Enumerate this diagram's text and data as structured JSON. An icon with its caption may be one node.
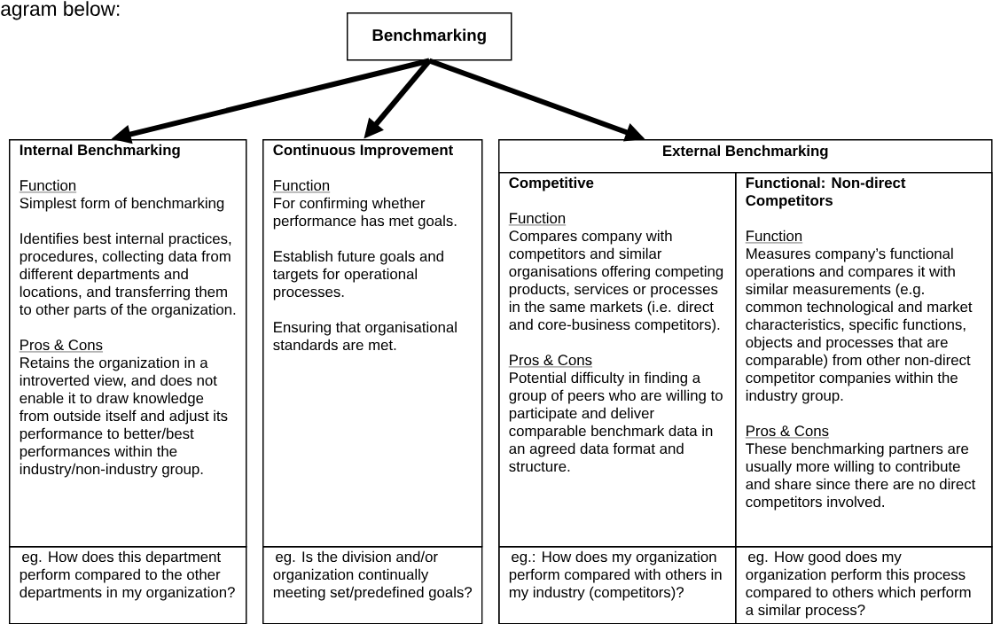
{
  "diagram": {
    "nodes": [
      {
        "text": [
          "Benchmarking"
        ]
      },
      {
        "text": [
          "Internal Benchmarking",
          "Function",
          "Simplest form of benchmarking",
          "Identifies best internal practices, procedures, collecting data from different departments and locations, and transferring them to other parts of the organization.",
          "Pros & Cons",
          "Retains the organization in a introverted view, and does not enable it to draw knowledge from outside itself and adjust its performance to better/best performances within the industry/non-industry group."
        ]
      },
      {
        "text": [
          "eg. How does this department perform compared to the other departments in my organization?"
        ]
      },
      {
        "text": [
          "Continuous Improvement",
          "Function",
          "For confirming whether performance has met goals.",
          "Establish future goals and targets for operational processes.",
          "Ensuring that organisational standards are met."
        ]
      },
      {
        "text": [
          "eg. Is the division and/or organization continually meeting set/predefined goals?"
        ]
      },
      {
        "text": [
          "External Benchmarking"
        ]
      },
      {
        "text": [
          "Competitive",
          "Function",
          "Compares company with competitors and similar organisations offering competing products, services or processes in the same markets (i.e. direct and core-business competitors).",
          "Pros & Cons",
          "Potential difficulty in finding a group of peers who are willing to participate and deliver comparable benchmark data in an agreed data format and structure."
        ],
        "in": 5
      },
      {
        "text": [
          "Functional: Non-direct Competitors",
          "Function",
          "Measures company’s functional operations and compares it with similar measurements (e.g. common technological and market characteristics, specific functions, objects and processes that are comparable) from other non-direct competitor companies within the industry group.",
          "Pros & Cons",
          "These benchmarking partners are usually more willing to contribute and share since there are no direct competitors involved."
        ],
        "in": 5
      },
      {
        "text": [
          "eg.: How does my organization perform compared with others in my industry (competitors)?"
        ],
        "in": 5
      },
      {
        "text": [
          "eg. How good does my organization perform this process compared to others which perform a similar process?"
        ],
        "in": 5
      }
    ],
    "edges": [
      {
        "from": 0,
        "to": 1,
        "arrow": "to"
      },
      {
        "from": 0,
        "to": 3,
        "arrow": "to"
      },
      {
        "from": 0,
        "to": 5,
        "arrow": "to"
      }
    ],
    "labels": [
      "agram below:"
    ]
  }
}
